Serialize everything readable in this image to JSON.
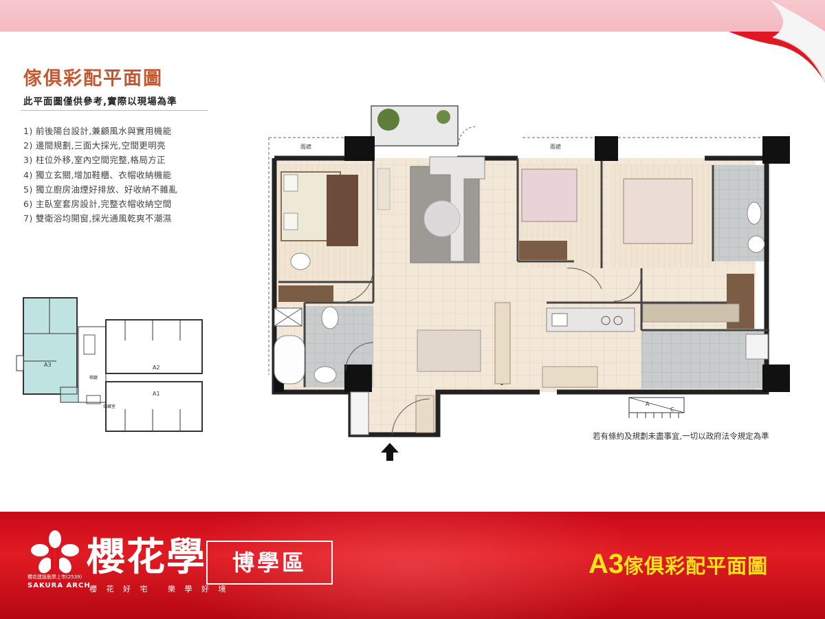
{
  "header": {
    "title": "傢俱彩配平面圖",
    "subtitle": "此平面圖僅供參考,實際以現場為準"
  },
  "features": [
    "1) 前後陽台設計,兼顧風水與實用機能",
    "2) 邊間規劃,三面大採光,空間更明亮",
    "3) 柱位外移,室內空間完整,格局方正",
    "4) 獨立玄關,增加鞋櫃、衣帽收納機能",
    "5) 獨立廚房油煙好排放、好收納不雜亂",
    "6) 主臥室套房設計,完整衣帽收納空間",
    "7) 雙衛浴均開窗,採光通風乾爽不潮濕"
  ],
  "keyplan": {
    "units": [
      "A3",
      "A2",
      "A1"
    ],
    "labels": [
      "梯廳",
      "儲藏室"
    ]
  },
  "floorplan": {
    "canopy_left": "雨遮",
    "canopy_right": "雨遮",
    "ac_labels": [
      "A",
      "C"
    ]
  },
  "disclaimer": "若有條約及規劃未盡事宜,一切以政府法令規定為準",
  "footer": {
    "company_note": "櫻花建設股票上市(2539)",
    "company_en": "SAKURA ARCH",
    "brand": "櫻花學",
    "slogan": "櫻 花 好 宅　 樂 學 好 境",
    "district": "博學區",
    "unit_code": "A3",
    "unit_title": "傢俱彩配平面圖"
  },
  "colors": {
    "title": "#c4572f",
    "footer_red": "#d7141f",
    "footer_title_yellow": "#ffe21a",
    "top_band_pink": "#f5c0c7",
    "keyplan_highlight": "#bfe3e0"
  }
}
